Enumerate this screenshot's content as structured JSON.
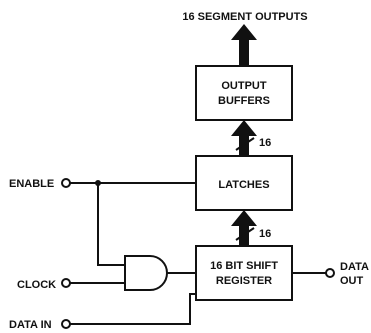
{
  "diagram": {
    "outputs_label": "16 SEGMENT OUTPUTS",
    "output_buffers": {
      "line1": "OUTPUT",
      "line2": "BUFFERS"
    },
    "latches": "LATCHES",
    "shift_register": {
      "line1": "16 BIT SHIFT",
      "line2": "REGISTER"
    },
    "bus_width_upper": "16",
    "bus_width_lower": "16",
    "enable": "ENABLE",
    "clock": "CLOCK",
    "data_in": "DATA IN",
    "data_out": {
      "line1": "DATA",
      "line2": "OUT"
    }
  }
}
